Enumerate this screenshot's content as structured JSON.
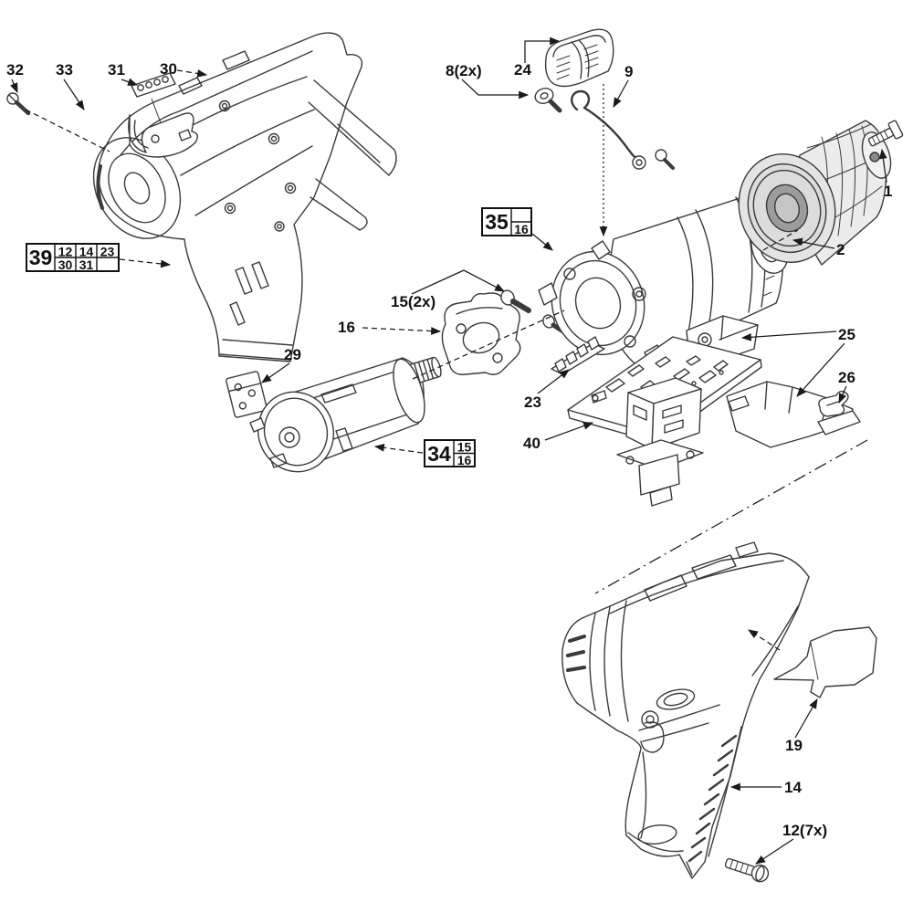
{
  "diagram": {
    "type": "exploded-parts-diagram",
    "subject": "cordless drill driver service parts view",
    "background_color": "#ffffff",
    "line_color": "#3a3a3a",
    "label_color": "#111111"
  },
  "callouts": [
    {
      "label": "32"
    },
    {
      "label": "33"
    },
    {
      "label": "31"
    },
    {
      "label": "30"
    },
    {
      "label": "29"
    },
    {
      "label": "16"
    },
    {
      "label": "15(2x)"
    },
    {
      "label": "8(2x)"
    },
    {
      "label": "24"
    },
    {
      "label": "9"
    },
    {
      "label": "1"
    },
    {
      "label": "2"
    },
    {
      "label": "23"
    },
    {
      "label": "40"
    },
    {
      "label": "25"
    },
    {
      "label": "26"
    },
    {
      "label": "19"
    },
    {
      "label": "14"
    },
    {
      "label": "12(7x)"
    }
  ],
  "ref_boxes": {
    "box39": {
      "main": "39",
      "row1": [
        "12",
        "14",
        "23"
      ],
      "row2": [
        "30",
        "31",
        ""
      ]
    },
    "box35": {
      "main": "35",
      "row1": [
        ""
      ],
      "row2": [
        "16"
      ]
    },
    "box34": {
      "main": "34",
      "row1": [
        "15"
      ],
      "row2": [
        "16"
      ]
    }
  }
}
